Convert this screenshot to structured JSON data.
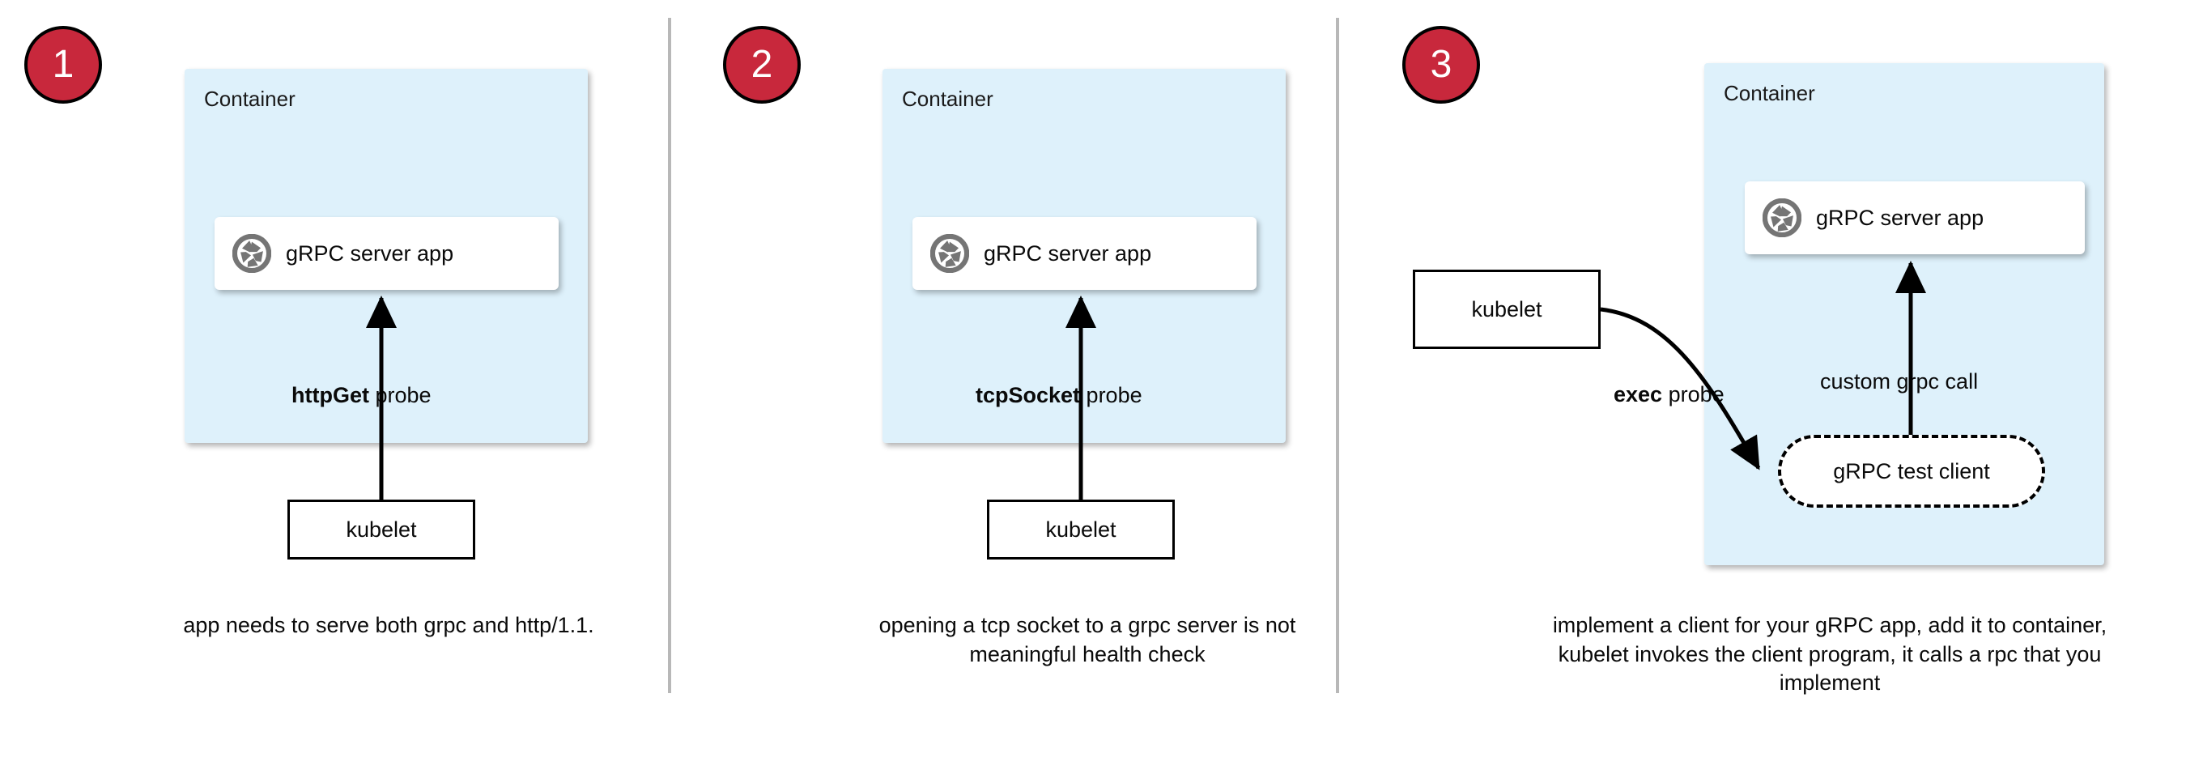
{
  "diagram": {
    "title_colors": {
      "badge_fill": "#C8283C",
      "badge_border": "#000000",
      "badge_text": "#FFFFFF",
      "container_fill": "#DEF1FB",
      "card_fill": "#FFFFFF",
      "stroke": "#000000",
      "divider": "#B8B8B8",
      "grpc_icon": "#757575"
    },
    "panels": [
      {
        "step": "1",
        "container_label": "Container",
        "app_label": "gRPC server app",
        "app_icon": "grpc-aperture-icon",
        "probe_label_bold": "httpGet",
        "probe_label_rest": " probe",
        "kubelet_label": "kubelet",
        "caption": "app needs to serve both grpc and http/1.1."
      },
      {
        "step": "2",
        "container_label": "Container",
        "app_label": "gRPC server app",
        "app_icon": "grpc-aperture-icon",
        "probe_label_bold": "tcpSocket",
        "probe_label_rest": " probe",
        "kubelet_label": "kubelet",
        "caption": "opening a tcp socket to a grpc server is not meaningful health check"
      },
      {
        "step": "3",
        "container_label": "Container",
        "app_label": "gRPC server app",
        "app_icon": "grpc-aperture-icon",
        "probe_label_bold": "exec",
        "probe_label_rest": " probe",
        "kubelet_label": "kubelet",
        "call_label": "custom grpc call",
        "test_client_label": "gRPC test client",
        "caption": "implement a client for your gRPC app, add it to container, kubelet invokes the client program, it calls a rpc that you implement"
      }
    ]
  }
}
